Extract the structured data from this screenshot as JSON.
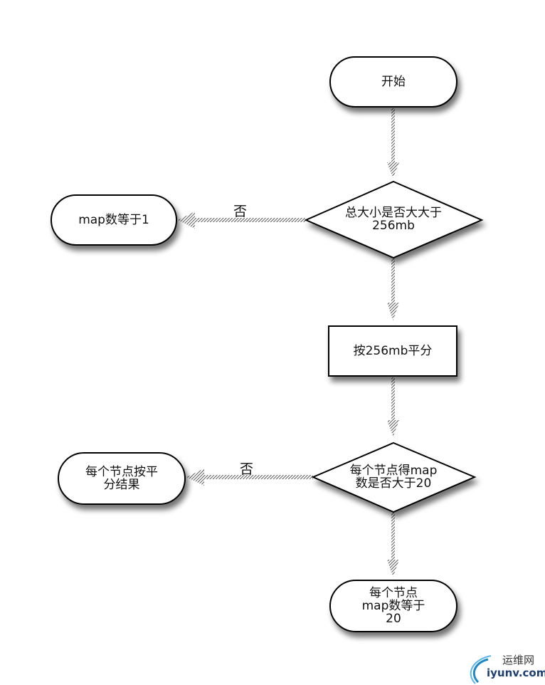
{
  "diagram": {
    "type": "flowchart",
    "nodes": {
      "start": {
        "shape": "terminator",
        "text": "开始"
      },
      "total_size_check": {
        "shape": "decision",
        "text": "总大小是否大大于\n256mb"
      },
      "map_count_one": {
        "shape": "terminator",
        "text": "map数等于1"
      },
      "split_256": {
        "shape": "process",
        "text": "按256mb平分"
      },
      "per_node_check": {
        "shape": "decision",
        "text": "每个节点得map\n数是否大于20"
      },
      "even_split_result": {
        "shape": "terminator",
        "text": "每个节点按平\n分结果"
      },
      "map_count_twenty": {
        "shape": "terminator",
        "text": "每个节点\nmap数等于\n20"
      }
    },
    "edges": [
      {
        "from": "start",
        "to": "total_size_check",
        "label": ""
      },
      {
        "from": "total_size_check",
        "to": "map_count_one",
        "label": "否"
      },
      {
        "from": "total_size_check",
        "to": "split_256",
        "label": ""
      },
      {
        "from": "split_256",
        "to": "per_node_check",
        "label": ""
      },
      {
        "from": "per_node_check",
        "to": "even_split_result",
        "label": "否"
      },
      {
        "from": "per_node_check",
        "to": "map_count_twenty",
        "label": ""
      }
    ]
  },
  "watermark": {
    "cn": "运维网",
    "en": "iyunv.com"
  }
}
